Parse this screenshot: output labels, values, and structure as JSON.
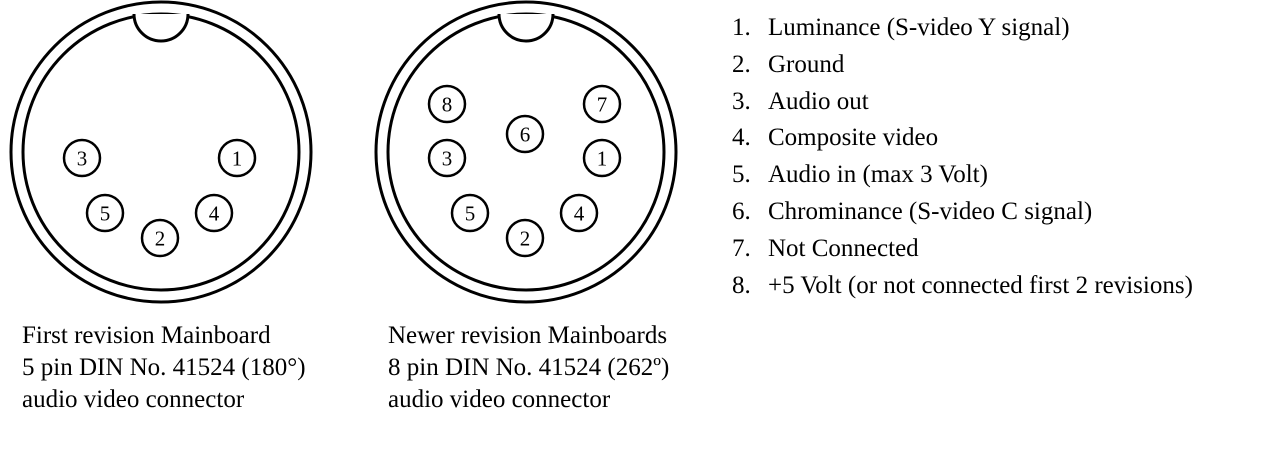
{
  "connectors": [
    {
      "caption": [
        "First revision Mainboard",
        "5 pin DIN No. 41524 (180°)",
        "audio video connector"
      ],
      "pins": [
        "1",
        "2",
        "3",
        "4",
        "5"
      ]
    },
    {
      "caption": [
        "Newer revision Mainboards",
        "8 pin DIN  No. 41524  (262º)",
        "audio video connector"
      ],
      "pins": [
        "1",
        "2",
        "3",
        "4",
        "5",
        "6",
        "7",
        "8"
      ]
    }
  ],
  "legend": [
    {
      "num": "1.",
      "text": "Luminance (S-video Y signal)"
    },
    {
      "num": "2.",
      "text": "Ground"
    },
    {
      "num": "3.",
      "text": "Audio out"
    },
    {
      "num": "4.",
      "text": "Composite video"
    },
    {
      "num": "5.",
      "text": "Audio in (max 3 Volt)"
    },
    {
      "num": "6.",
      "text": "Chrominance (S-video C signal)"
    },
    {
      "num": "7.",
      "text": "Not Connected"
    },
    {
      "num": "8.",
      "text": "+5 Volt (or not connected first 2 revisions)"
    }
  ]
}
